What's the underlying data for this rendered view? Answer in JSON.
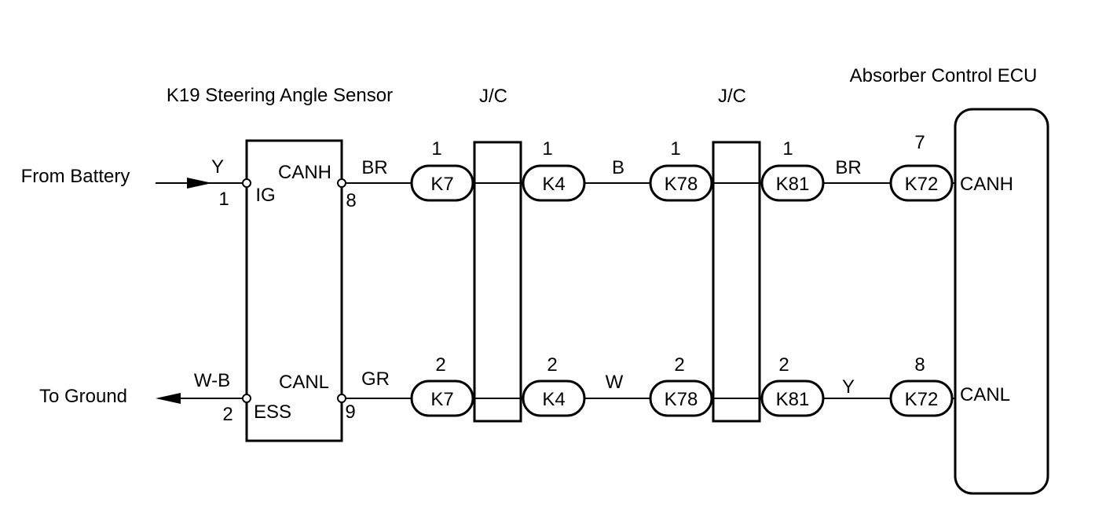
{
  "external": {
    "from_battery": "From  Battery",
    "to_ground": "To Ground",
    "battery_wire": "Y",
    "ground_wire": "W-B"
  },
  "sensor": {
    "title": "K19 Steering Angle Sensor",
    "pin_ig_num": "1",
    "pin_ig_label": "IG",
    "pin_ess_num": "2",
    "pin_ess_label": "ESS",
    "pin_canh_label": "CANH",
    "pin_canh_num": "8",
    "pin_canl_label": "CANL",
    "pin_canl_num": "9"
  },
  "junction_1": {
    "label": "J/C"
  },
  "junction_2": {
    "label": "J/C"
  },
  "ecu": {
    "title": "Absorber Control ECU",
    "canh_label": "CANH",
    "canl_label": "CANL"
  },
  "canh_line": {
    "wires": [
      "BR",
      "B",
      "BR"
    ],
    "connectors": [
      {
        "id": "K7",
        "pin": "1"
      },
      {
        "id": "K4",
        "pin": "1"
      },
      {
        "id": "K78",
        "pin": "1"
      },
      {
        "id": "K81",
        "pin": "1"
      },
      {
        "id": "K72",
        "pin": "7"
      }
    ]
  },
  "canl_line": {
    "wires": [
      "GR",
      "W",
      "Y"
    ],
    "connectors": [
      {
        "id": "K7",
        "pin": "2"
      },
      {
        "id": "K4",
        "pin": "2"
      },
      {
        "id": "K78",
        "pin": "2"
      },
      {
        "id": "K81",
        "pin": "2"
      },
      {
        "id": "K72",
        "pin": "8"
      }
    ]
  }
}
